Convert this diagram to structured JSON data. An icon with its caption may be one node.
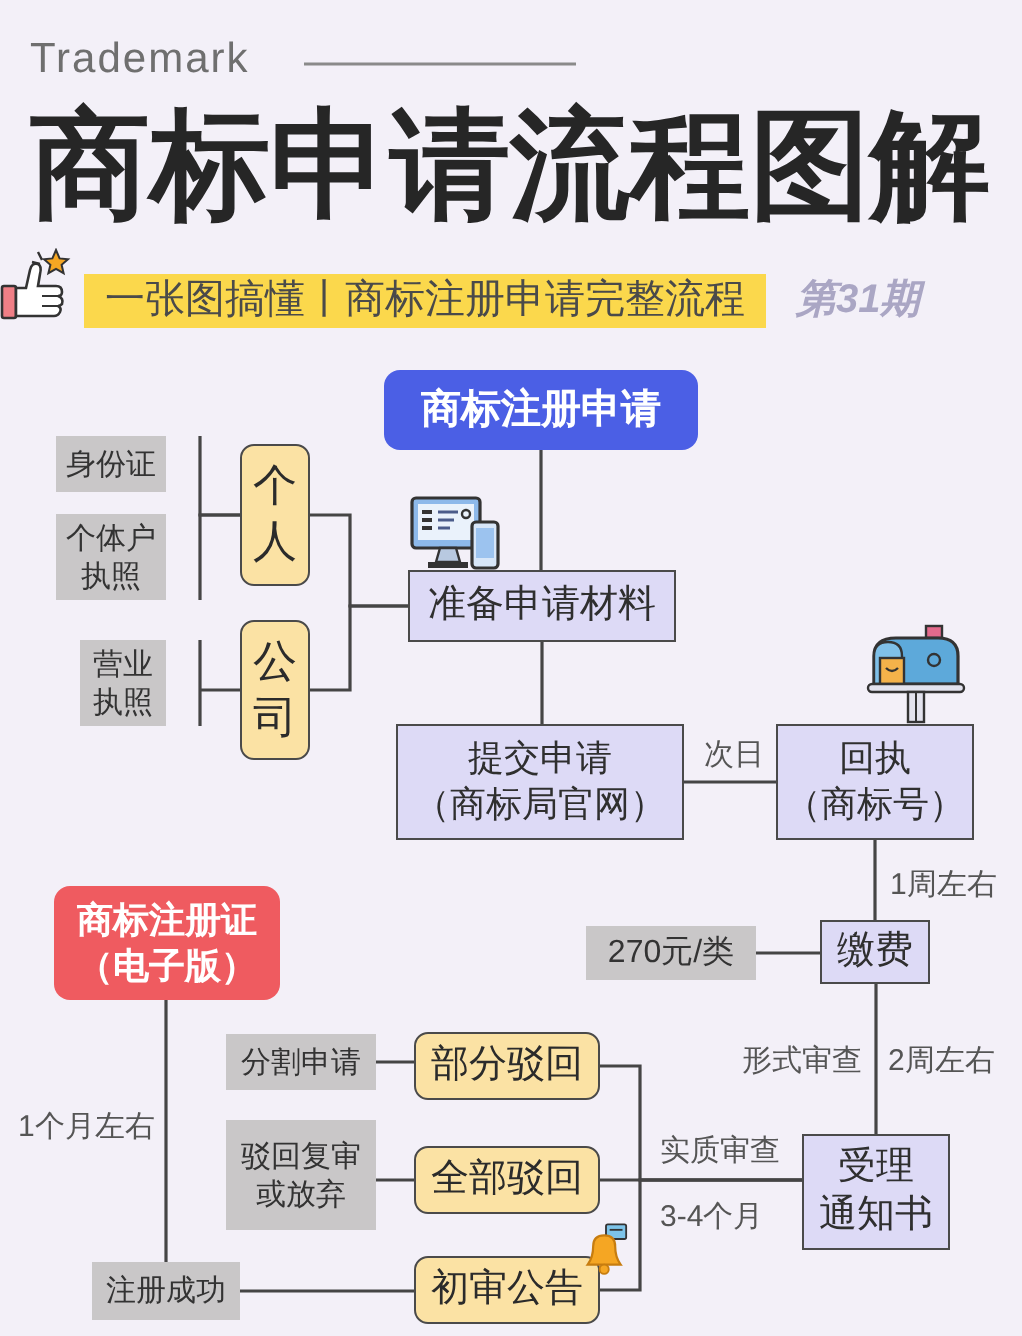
{
  "diagram": {
    "title": "商标申请流程图解",
    "nodes": [
      {
        "text": [
          "商标注册申请"
        ]
      },
      {
        "text": [
          "身份证"
        ]
      },
      {
        "text": [
          "个体户执照"
        ]
      },
      {
        "text": [
          "个人"
        ]
      },
      {
        "text": [
          "营业执照"
        ]
      },
      {
        "text": [
          "公司"
        ]
      },
      {
        "text": [
          "准备申请材料"
        ]
      },
      {
        "text": [
          "提交申请（商标局官网）"
        ]
      },
      {
        "text": [
          "回执（商标号）"
        ]
      },
      {
        "text": [
          "270元/类"
        ]
      },
      {
        "text": [
          "缴费"
        ]
      },
      {
        "text": [
          "商标注册证（电子版）"
        ]
      },
      {
        "text": [
          "分割申请"
        ]
      },
      {
        "text": [
          "部分驳回"
        ]
      },
      {
        "text": [
          "驳回复审或放弃"
        ]
      },
      {
        "text": [
          "全部驳回"
        ]
      },
      {
        "text": [
          "受理通知书"
        ]
      },
      {
        "text": [
          "注册成功"
        ]
      },
      {
        "text": [
          "初审公告"
        ]
      }
    ],
    "edges": [
      {
        "from": 0,
        "to": 6,
        "arrow": "none"
      },
      {
        "from": 1,
        "to": 3,
        "arrow": "none"
      },
      {
        "from": 2,
        "to": 3,
        "arrow": "none"
      },
      {
        "from": 4,
        "to": 5,
        "arrow": "none"
      },
      {
        "from": 3,
        "to": 6,
        "arrow": "none"
      },
      {
        "from": 5,
        "to": 6,
        "arrow": "none"
      },
      {
        "from": 6,
        "to": 7,
        "arrow": "none"
      },
      {
        "from": 7,
        "to": 8,
        "arrow": "none",
        "label": "次日"
      },
      {
        "from": 8,
        "to": 10,
        "arrow": "none",
        "label": "1周左右"
      },
      {
        "from": 9,
        "to": 10,
        "arrow": "none"
      },
      {
        "from": 10,
        "to": 16,
        "arrow": "none",
        "label": "形式审查"
      },
      {
        "from": 12,
        "to": 13,
        "arrow": "none"
      },
      {
        "from": 14,
        "to": 15,
        "arrow": "none"
      },
      {
        "from": 16,
        "to": 13,
        "arrow": "none"
      },
      {
        "from": 16,
        "to": 15,
        "arrow": "none",
        "label": "实质审查"
      },
      {
        "from": 16,
        "to": 18,
        "arrow": "none"
      },
      {
        "from": 17,
        "to": 18,
        "arrow": "none"
      },
      {
        "from": 17,
        "to": 11,
        "arrow": "none",
        "label": "1个月左右"
      }
    ],
    "labels": [
      "Trademark",
      "一张图搞懂丨商标注册申请完整流程",
      "第31期",
      "2周左右",
      "3-4个月"
    ]
  }
}
